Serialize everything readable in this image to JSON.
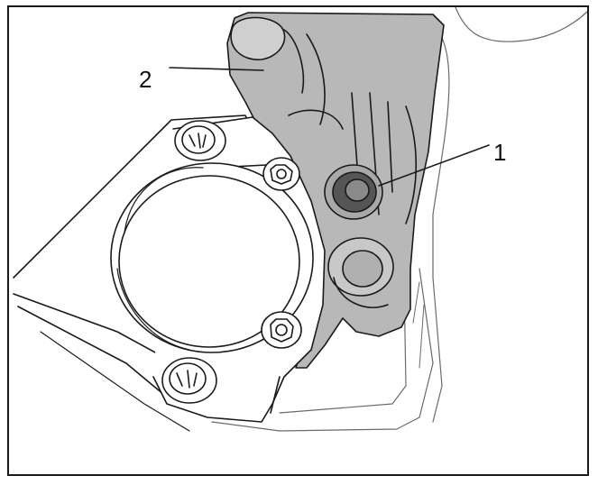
{
  "callouts": [
    {
      "id": "1",
      "label": "1"
    },
    {
      "id": "2",
      "label": "2"
    }
  ],
  "colors": {
    "line": "#1a1a1a",
    "part_fill": "#b8b8b8",
    "part_dark": "#7a7a7a",
    "seal_fill": "#555555",
    "background": "#ffffff"
  }
}
